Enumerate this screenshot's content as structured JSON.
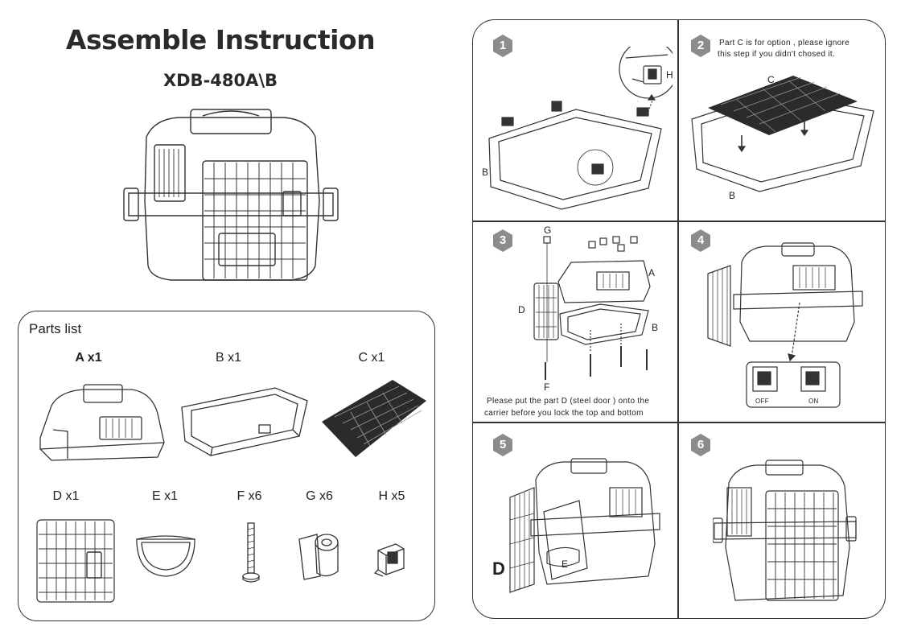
{
  "header": {
    "title": "Assemble Instruction",
    "model": "XDB-480A\\B"
  },
  "parts": {
    "title": "Parts list",
    "items": [
      {
        "label": "A x1"
      },
      {
        "label": "B x1"
      },
      {
        "label": "C x1"
      },
      {
        "label": "D x1"
      },
      {
        "label": "E x1"
      },
      {
        "label": "F x6"
      },
      {
        "label": "G x6"
      },
      {
        "label": "H x5"
      }
    ]
  },
  "steps": [
    {
      "number": "1",
      "labels": {
        "b": "B",
        "h": "H"
      }
    },
    {
      "number": "2",
      "note_line1": "Part C is for option , please ignore",
      "note_line2": "this step if you didn't chosed it.",
      "labels": {
        "c": "C",
        "b": "B"
      }
    },
    {
      "number": "3",
      "note_line1": "Please put the part D (steel door ) onto the",
      "note_line2": "carrier before you lock the top and bottom",
      "labels": {
        "g": "G",
        "a": "A",
        "d": "D",
        "b": "B",
        "f": "F"
      }
    },
    {
      "number": "4",
      "switch_off": "OFF",
      "switch_on": "ON"
    },
    {
      "number": "5",
      "labels": {
        "d": "D",
        "e": "E"
      }
    },
    {
      "number": "6"
    }
  ],
  "colors": {
    "badge": "#8c8c8c",
    "line": "#333333",
    "mat": "#2b2b2b"
  }
}
